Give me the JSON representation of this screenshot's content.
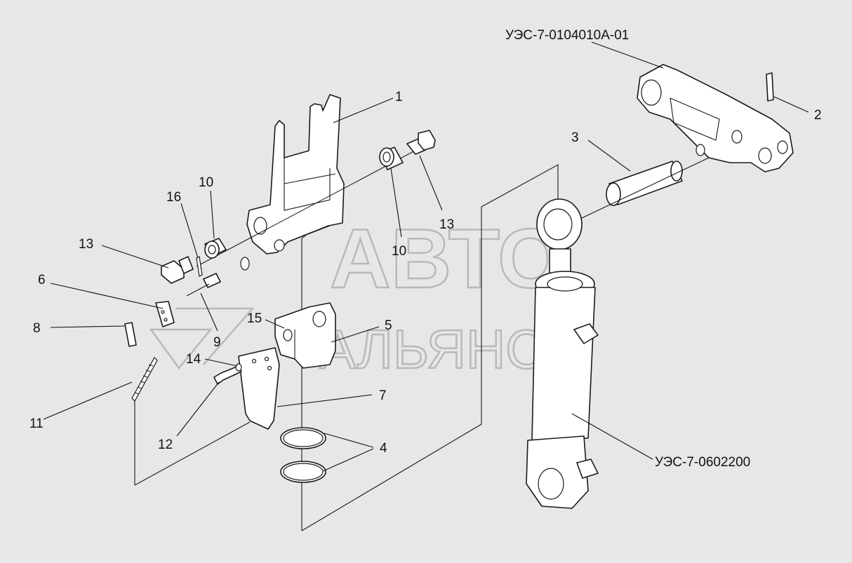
{
  "callouts": {
    "assembly_top": "УЭС-7-0104010А-01",
    "assembly_cylinder": "УЭС-7-0602200",
    "n1": "1",
    "n2": "2",
    "n3": "3",
    "n4": "4",
    "n5": "5",
    "n6": "6",
    "n7": "7",
    "n8": "8",
    "n9": "9",
    "n10a": "10",
    "n10b": "10",
    "n11": "11",
    "n12": "12",
    "n13a": "13",
    "n13b": "13",
    "n14": "14",
    "n15": "15",
    "n16": "16"
  },
  "watermark": {
    "line1": "АВТО",
    "line2": "АЛЬЯНС"
  }
}
